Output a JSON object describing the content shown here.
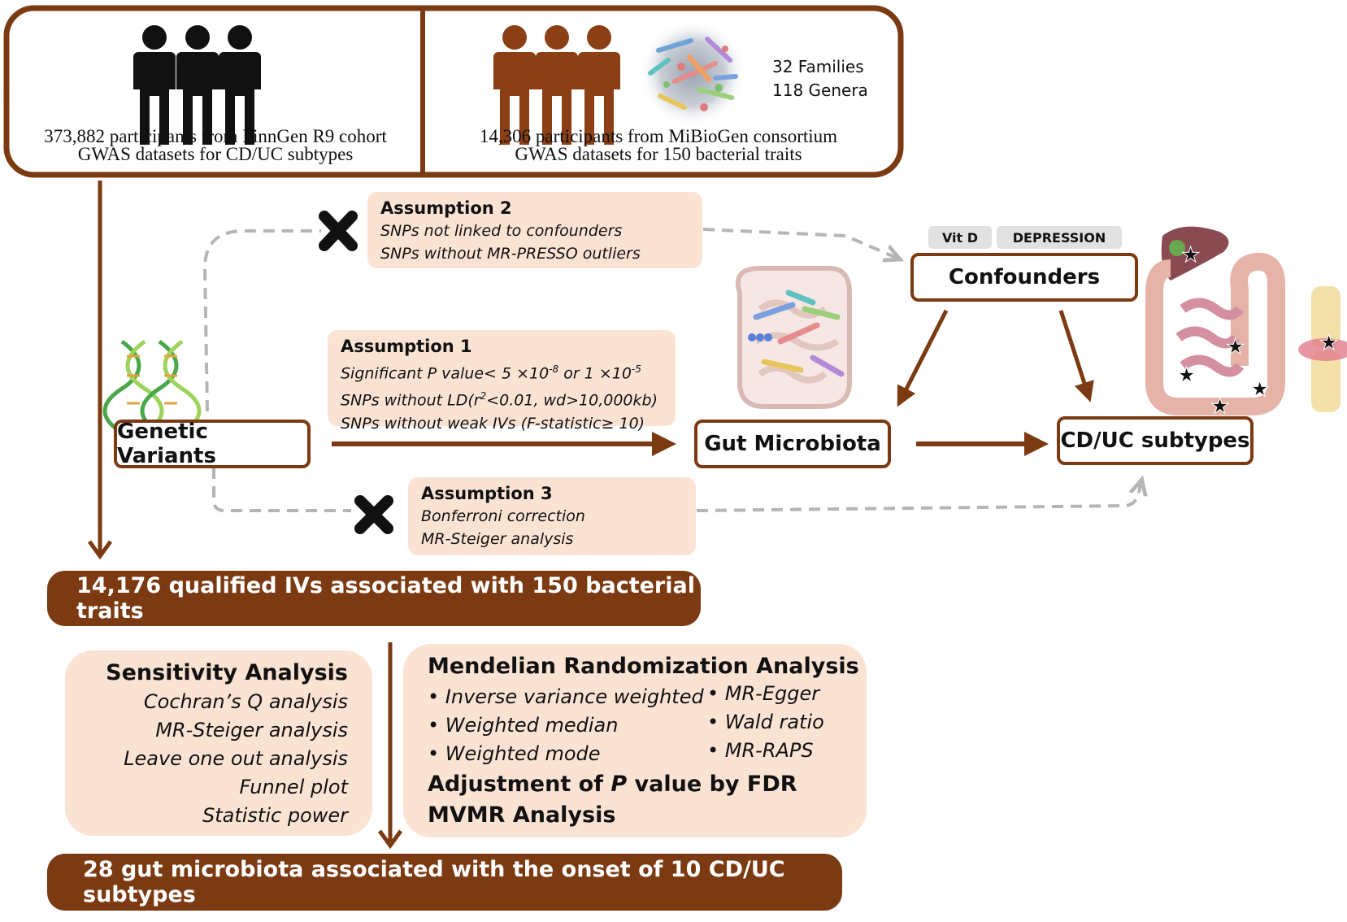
{
  "top_left_panel": {
    "line1": "373,882 participants from FinnGen R9 cohort",
    "line2": "GWAS datasets for CD/UC subtypes"
  },
  "top_right_panel": {
    "line1": "14,306 participants from  MiBioGen consortium",
    "line2": "GWAS datasets for  150 bacterial traits",
    "families": "32 Families",
    "genera": "118 Genera"
  },
  "assumption2": {
    "title": "Assumption 2",
    "lines": [
      "SNPs not linked to confounders",
      "SNPs without MR-PRESSO outliers"
    ]
  },
  "assumption1": {
    "title": "Assumption 1",
    "line1_prefix": "Significant P value< 5 ×10",
    "line1_exp1": "-8",
    "line1_mid": " or 1 ×10",
    "line1_exp2": "-5",
    "line2_prefix": "SNPs without LD(r",
    "line2_sup": "2",
    "line2_suffix": "<0.01, wd>10,000kb)",
    "line3": "SNPs without weak IVs (F-statistic≥ 10)"
  },
  "assumption3": {
    "title": "Assumption 3",
    "lines": [
      "Bonferroni correction",
      "MR-Steiger analysis"
    ]
  },
  "nodes": {
    "genetic_variants": "Genetic Variants",
    "gut_microbiota": "Gut Microbiota",
    "cd_uc_subtypes": "CD/UC subtypes",
    "confounders": "Confounders"
  },
  "confounder_tags": [
    "Vit D",
    "DEPRESSION"
  ],
  "qualified_ivs": "14,176 qualified IVs associated with 150 bacterial traits",
  "sensitivity": {
    "title": "Sensitivity Analysis",
    "items": [
      "Cochran’s Q analysis",
      "MR-Steiger analysis",
      "Leave one out analysis",
      "Funnel plot",
      "Statistic power"
    ]
  },
  "mr_analysis": {
    "title": "Mendelian Randomization Analysis",
    "left_items": [
      "Inverse variance weighted",
      "Weighted median",
      "Weighted mode"
    ],
    "right_items": [
      "MR-Egger",
      "Wald ratio",
      "MR-RAPS"
    ],
    "adjust_prefix": "Adjustment of ",
    "adjust_p": "P",
    "adjust_suffix": " value by FDR",
    "mvmr": "MVMR Analysis"
  },
  "result": "28 gut microbiota associated with the onset of 10 CD/UC subtypes",
  "colors": {
    "brown": "#7b3a12",
    "peach": "#fbe3d4",
    "dash_gray": "#b5b5b5"
  },
  "icons": [
    "person-icon-black",
    "person-icon-brown",
    "microbes-icon",
    "dna-icon",
    "cross-icon",
    "intestine-icon",
    "digestive-organs-icon",
    "joint-icon",
    "star-icon"
  ]
}
